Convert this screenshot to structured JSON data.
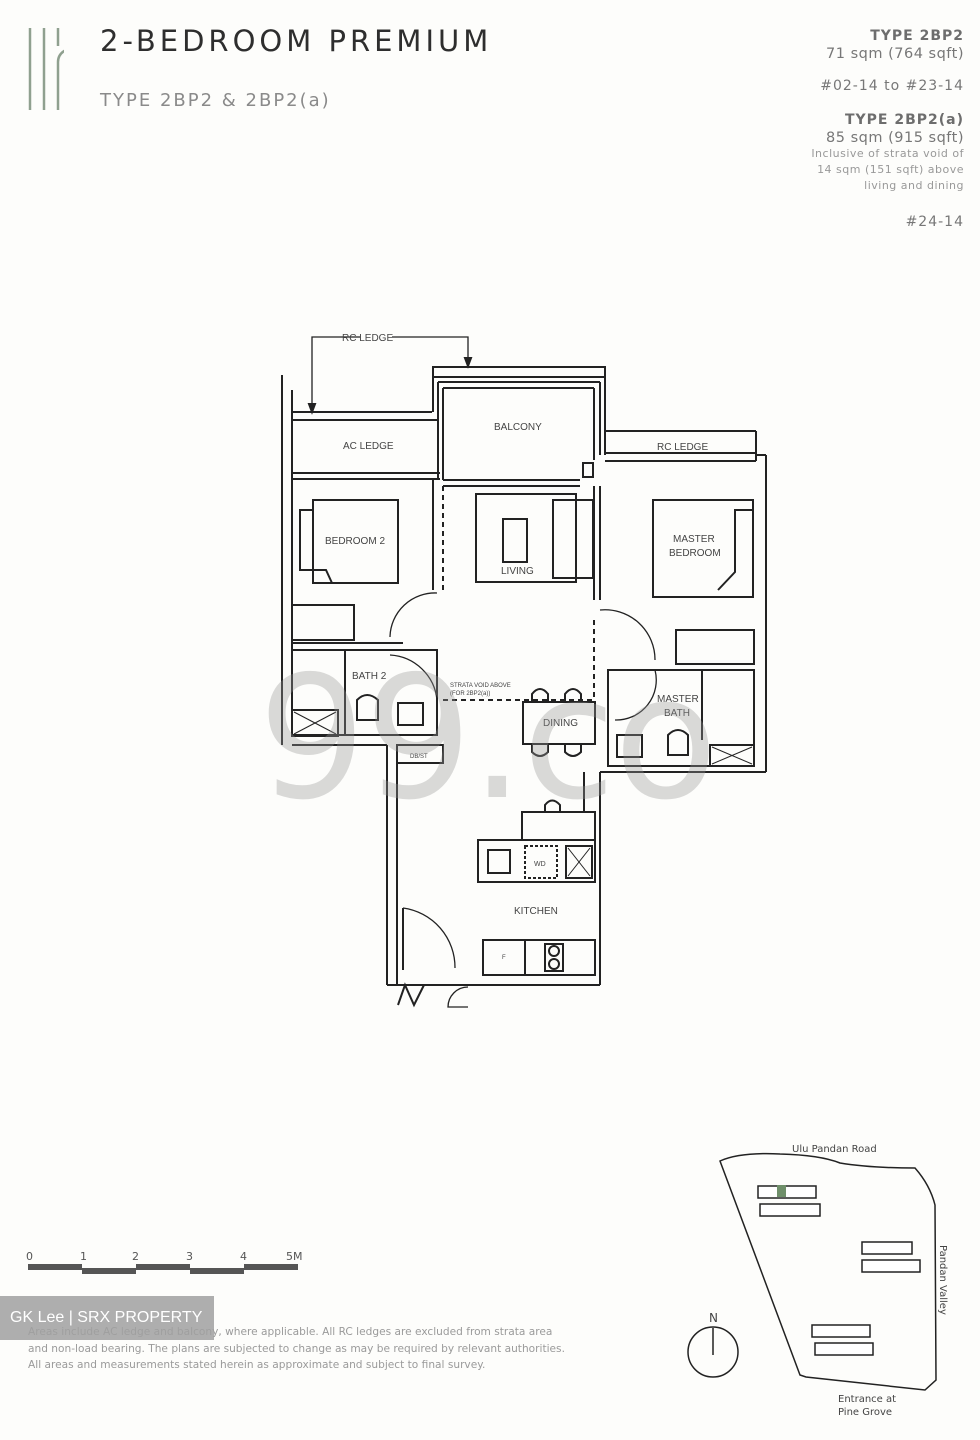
{
  "header": {
    "title": "2-BEDROOM PREMIUM",
    "subtitle": "TYPE 2BP2 & 2BP2(a)"
  },
  "unit_info": {
    "type_a": {
      "label": "TYPE 2BP2",
      "area": "71 sqm (764 sqft)",
      "units": "#02-14 to #23-14"
    },
    "type_b": {
      "label": "TYPE 2BP2(a)",
      "area": "85 sqm (915 sqft)",
      "note_lines": [
        "Inclusive of strata void of",
        "14 sqm (151 sqft) above",
        "living and dining"
      ],
      "units": "#24-14"
    }
  },
  "floor_plan": {
    "rooms": {
      "rc_ledge_top": "RC LEDGE",
      "ac_ledge": "AC LEDGE",
      "balcony": "BALCONY",
      "rc_ledge_right": "RC LEDGE",
      "bedroom2": "BEDROOM 2",
      "living": "LIVING",
      "master_bedroom_1": "MASTER",
      "master_bedroom_2": "BEDROOM",
      "bath2": "BATH 2",
      "strata_void_1": "STRATA VOID ABOVE",
      "strata_void_2": "(FOR 2BP2(a))",
      "dining": "DINING",
      "master_bath_1": "MASTER",
      "master_bath_2": "BATH",
      "db": "DB/ST",
      "wd": "WD",
      "kitchen": "KITCHEN",
      "fridge": "F"
    },
    "watermark": "99.co"
  },
  "scale_bar": {
    "ticks": [
      "0",
      "1",
      "2",
      "3",
      "4",
      "5M"
    ]
  },
  "credit": "GK Lee | SRX PROPERTY",
  "disclaimer": "Areas include AC ledge and balcony, where applicable. All RC ledges are excluded from strata area and non-load bearing. The plans are subjected to change as may be required by relevant authorities. All areas and measurements stated herein as approximate and subject to final survey.",
  "key_plan": {
    "north": "N",
    "road_top": "Ulu Pandan Road",
    "road_right": "Pandan Valley",
    "entrance_1": "Entrance at",
    "entrance_2": "Pine Grove",
    "highlight_color": "#6f8f6a"
  }
}
